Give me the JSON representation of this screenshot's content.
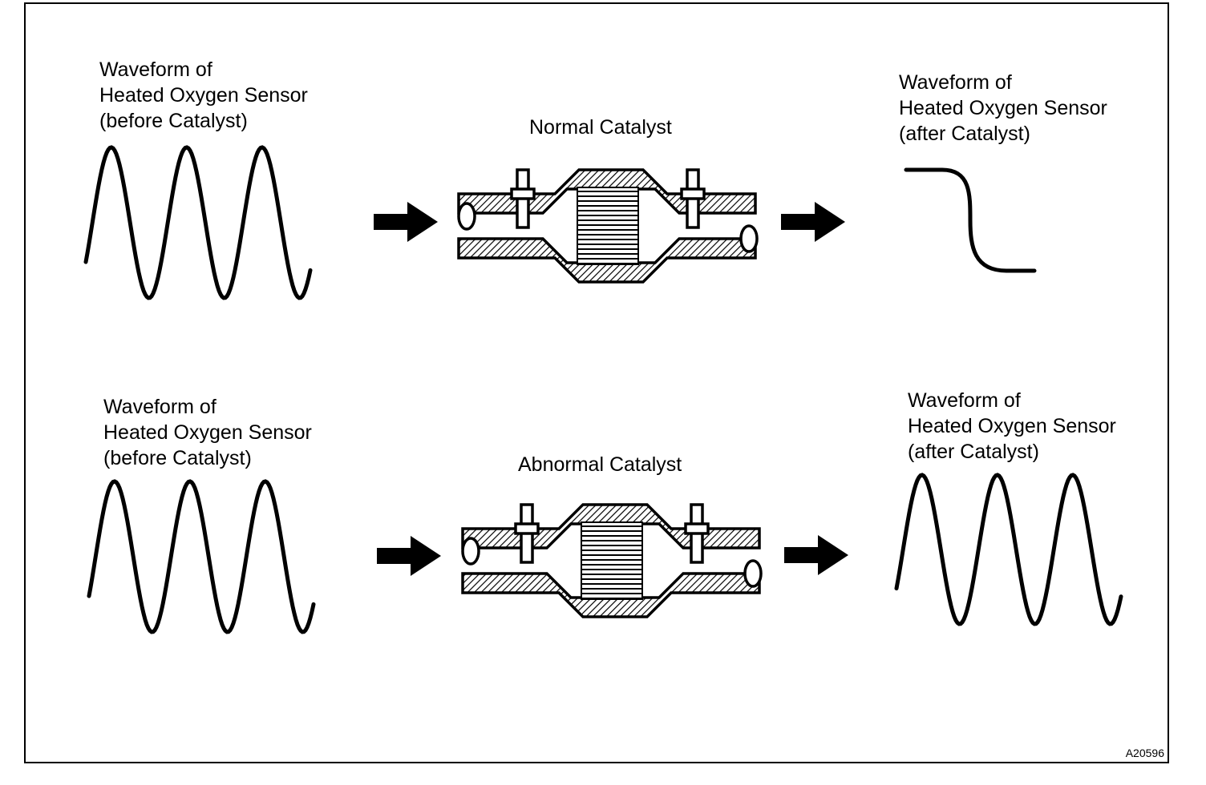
{
  "rows": [
    {
      "before_label": [
        "Waveform of",
        "Heated Oxygen Sensor",
        "(before Catalyst)"
      ],
      "catalyst_label": "Normal Catalyst",
      "after_label": [
        "Waveform of",
        "Heated Oxygen Sensor",
        "(after Catalyst)"
      ],
      "after_waveform": "step"
    },
    {
      "before_label": [
        "Waveform of",
        "Heated Oxygen Sensor",
        "(before Catalyst)"
      ],
      "catalyst_label": "Abnormal Catalyst",
      "after_label": [
        "Waveform of",
        "Heated Oxygen Sensor",
        "(after Catalyst)"
      ],
      "after_waveform": "sine"
    }
  ],
  "figure_id": "A20596",
  "colors": {
    "line": "#000000",
    "background": "#ffffff"
  }
}
